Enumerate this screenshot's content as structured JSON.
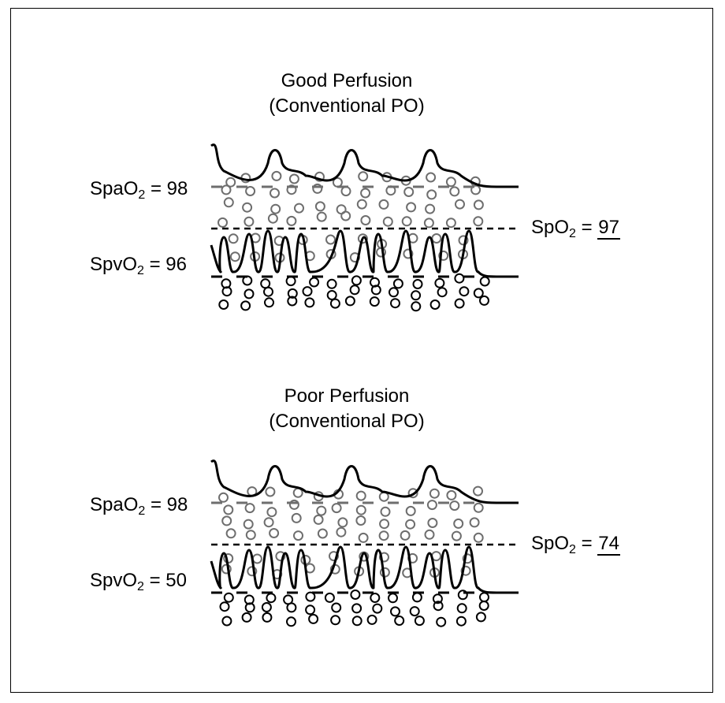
{
  "panels": [
    {
      "title_line1": "Good Perfusion",
      "title_line2": "(Conventional PO)",
      "spa": {
        "prefix": "SpaO",
        "sub": "2",
        "eq": " = ",
        "value": "98"
      },
      "spv": {
        "prefix": "SpvO",
        "sub": "2",
        "eq": " = ",
        "value": "96"
      },
      "sp": {
        "prefix": "SpO",
        "sub": "2",
        "eq": " = ",
        "value": "97"
      }
    },
    {
      "title_line1": "Poor Perfusion",
      "title_line2": "(Conventional PO)",
      "spa": {
        "prefix": "SpaO",
        "sub": "2",
        "eq": " = ",
        "value": "98"
      },
      "spv": {
        "prefix": "SpvO",
        "sub": "2",
        "eq": " = ",
        "value": "50"
      },
      "sp": {
        "prefix": "SpO",
        "sub": "2",
        "eq": " = ",
        "value": "74"
      }
    }
  ],
  "colors": {
    "line": "#000000",
    "arterial_circle": "#6e6e6e",
    "venous_circle": "#000000",
    "background": "#ffffff"
  }
}
